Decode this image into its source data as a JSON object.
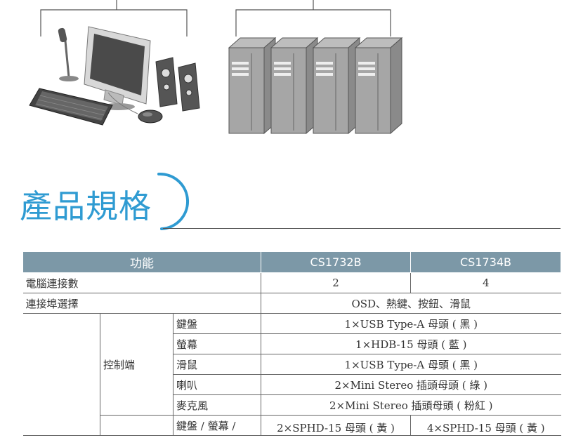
{
  "spec_section": {
    "title": "產品規格"
  },
  "table": {
    "header": {
      "function": "功能",
      "model_a": "CS1732B",
      "model_b": "CS1734B"
    },
    "rows": {
      "computers": {
        "label": "電腦連接數",
        "a": "2",
        "b": "4"
      },
      "port_select": {
        "label": "連接埠選擇",
        "value": "OSD、熱鍵、按鈕、滑鼠"
      }
    },
    "console": {
      "group": "控制端",
      "items": [
        {
          "label": "鍵盤",
          "value": "1×USB Type-A 母頭 ( 黑 )"
        },
        {
          "label": "螢幕",
          "value": "1×HDB-15 母頭 ( 藍 )"
        },
        {
          "label": "滑鼠",
          "value": "1×USB Type-A 母頭 ( 黑 )"
        },
        {
          "label": "喇叭",
          "value": "2×Mini Stereo 插頭母頭 ( 綠 )"
        },
        {
          "label": "麥克風",
          "value": "2×Mini Stereo 插頭母頭 ( 粉紅 )"
        }
      ]
    },
    "partial_row": {
      "label": "鍵盤 / 螢幕 /",
      "a": "2×SPHD-15 母頭 ( 黃 )",
      "b": "4×SPHD-15 母頭 ( 黃 )"
    }
  },
  "colors": {
    "accent": "#2f9bd2",
    "header_bg": "#7c98a7",
    "border": "#666666"
  }
}
